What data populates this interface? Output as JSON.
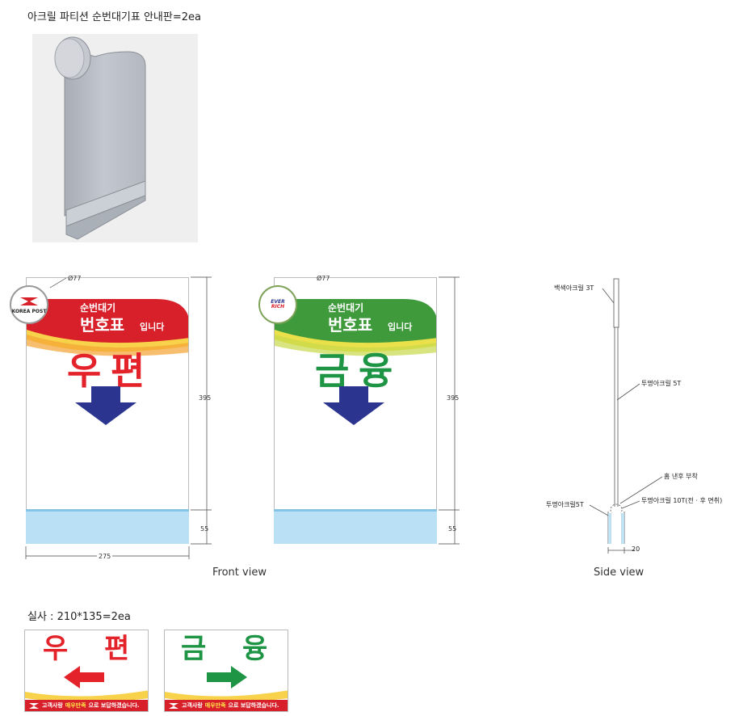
{
  "header": {
    "title": "아크릴 파티션 순번대기표 안내판=2ea"
  },
  "sign_common": {
    "ribbon_line1": "순번대기",
    "ribbon_line2": "번호표",
    "ribbon_line3": "입니다",
    "diameter_label": "Ø77",
    "height_label": "395",
    "base_label": "55",
    "width_label": "275"
  },
  "sign_post": {
    "logo_text": "KOREA POST",
    "char1": "우",
    "char2": "편",
    "ribbon_color": "#d8202a",
    "text_color": "#e4222a",
    "arrow_color": "#2b3590"
  },
  "sign_rich": {
    "logo_line1": "EVER",
    "logo_line2": "RICH",
    "char1": "금",
    "char2": "융",
    "ribbon_color": "#3f9a3c",
    "text_color": "#1e9544",
    "arrow_color": "#2b3590"
  },
  "side_view": {
    "label_white_acrylic": "백색아크릴 3T",
    "label_clear_5t": "투명아크릴 5T",
    "label_groove": "홈 낸후 부착",
    "label_clear_10t": "투명아크릴 10T(전 · 후 면취)",
    "label_clear_5t_left": "투명아크릴5T",
    "label_20": "20"
  },
  "captions": {
    "front": "Front view",
    "side": "Side view"
  },
  "actual": {
    "title": "실사 : 210*135=2ea",
    "card1": {
      "char1": "우",
      "char2": "편"
    },
    "card2": {
      "char1": "금",
      "char2": "융"
    },
    "footer_prefix": "고객사랑",
    "footer_highlight": "매우만족",
    "footer_suffix": "으로 보답하겠습니다."
  }
}
